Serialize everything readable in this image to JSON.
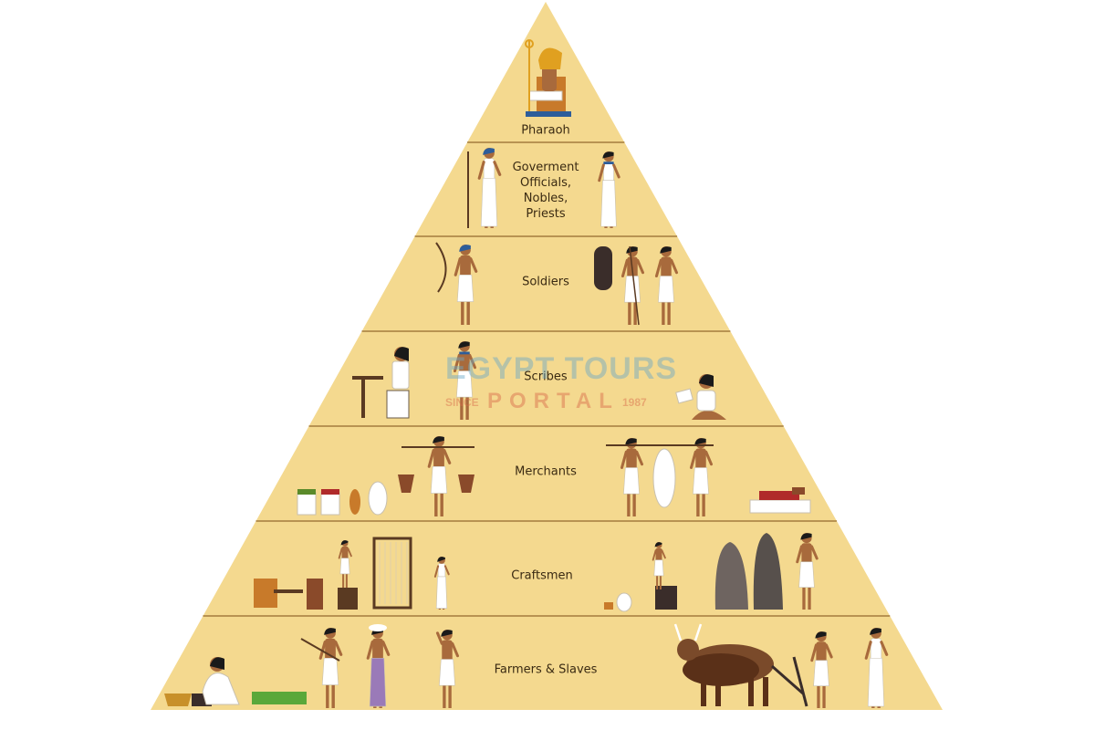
{
  "colors": {
    "pyramid_fill": "#f4d98f",
    "divider": "#b89352",
    "skin": "#a86a3c",
    "cloth": "#ffffff",
    "hair": "#1a1a1a",
    "accent_blue": "#2d5d9a",
    "accent_gold": "#e0a020",
    "purple_dress": "#9a7ab8",
    "stone": "#6e6460",
    "wood": "#8a4a2a"
  },
  "tiers": [
    {
      "id": "pharaoh",
      "label": "Pharaoh",
      "icons": [
        "pharaoh-on-throne-icon"
      ]
    },
    {
      "id": "officials",
      "label": "Goverment\nOfficials,\nNobles,\nPriests",
      "icons": [
        "priest-with-staff-icon",
        "noble-icon"
      ]
    },
    {
      "id": "soldiers",
      "label": "Soldiers",
      "icons": [
        "archer-icon",
        "shield-spear-soldier-icon",
        "shield-spear-soldier-icon"
      ]
    },
    {
      "id": "scribes",
      "label": "Scribes",
      "icons": [
        "seated-scribe-desk-icon",
        "standing-scribe-icon",
        "sitting-scribe-papyrus-icon"
      ]
    },
    {
      "id": "merchants",
      "label": "Merchants",
      "icons": [
        "pots-and-vases-icon",
        "scale-carrier-icon",
        "pole-carriers-icon",
        "cloth-goods-icon"
      ]
    },
    {
      "id": "craftsmen",
      "label": "Craftsmen",
      "icons": [
        "pottery-maker-icon",
        "weaver-loom-icon",
        "potter-wheel-icon",
        "stone-carver-icon"
      ]
    },
    {
      "id": "farmers",
      "label": "Farmers & Slaves",
      "icons": [
        "grain-grinder-icon",
        "farmer-with-hoe-icon",
        "woman-with-basket-icon",
        "sower-icon",
        "ox-plow-icon",
        "woman-farmer-icon"
      ]
    }
  ],
  "watermark": {
    "brand": "EGYPT TOURS",
    "portal": "PORTAL",
    "since": "SINCE",
    "year": "1987"
  }
}
